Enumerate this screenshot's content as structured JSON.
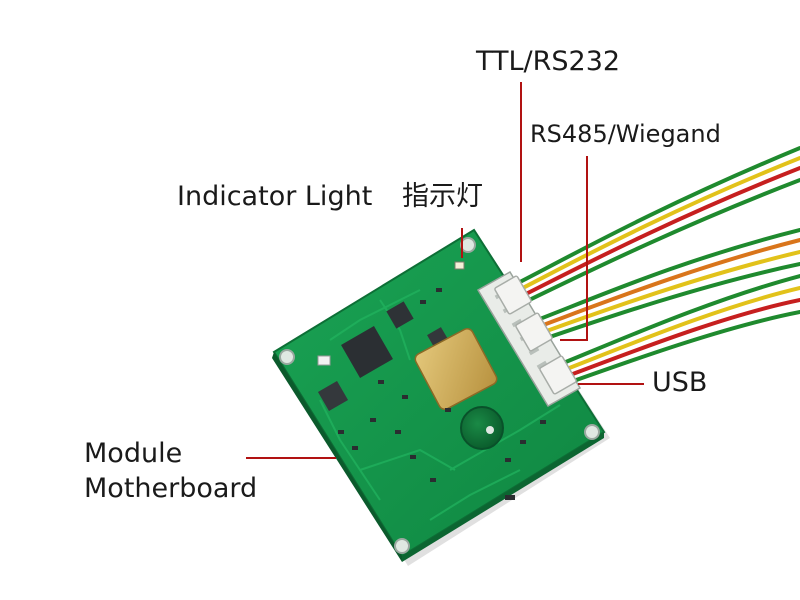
{
  "labels": {
    "ttl_rs232": "TTL/RS232",
    "rs485_wiegand": "RS485/Wiegand",
    "indicator_light": "Indicator Light",
    "indicator_light_cn": "指示灯",
    "usb": "USB",
    "module_line1": "Module",
    "module_line2": "Motherboard"
  },
  "colors": {
    "pcb": "#169a4e",
    "pcb_dark": "#0e7a3c",
    "leader_line": "#b11212",
    "wire_green": "#1f8a2e",
    "wire_yellow": "#e2c21a",
    "wire_red": "#c61f1f",
    "wire_orange": "#d9751b",
    "copper_pad": "#cfae5c"
  }
}
